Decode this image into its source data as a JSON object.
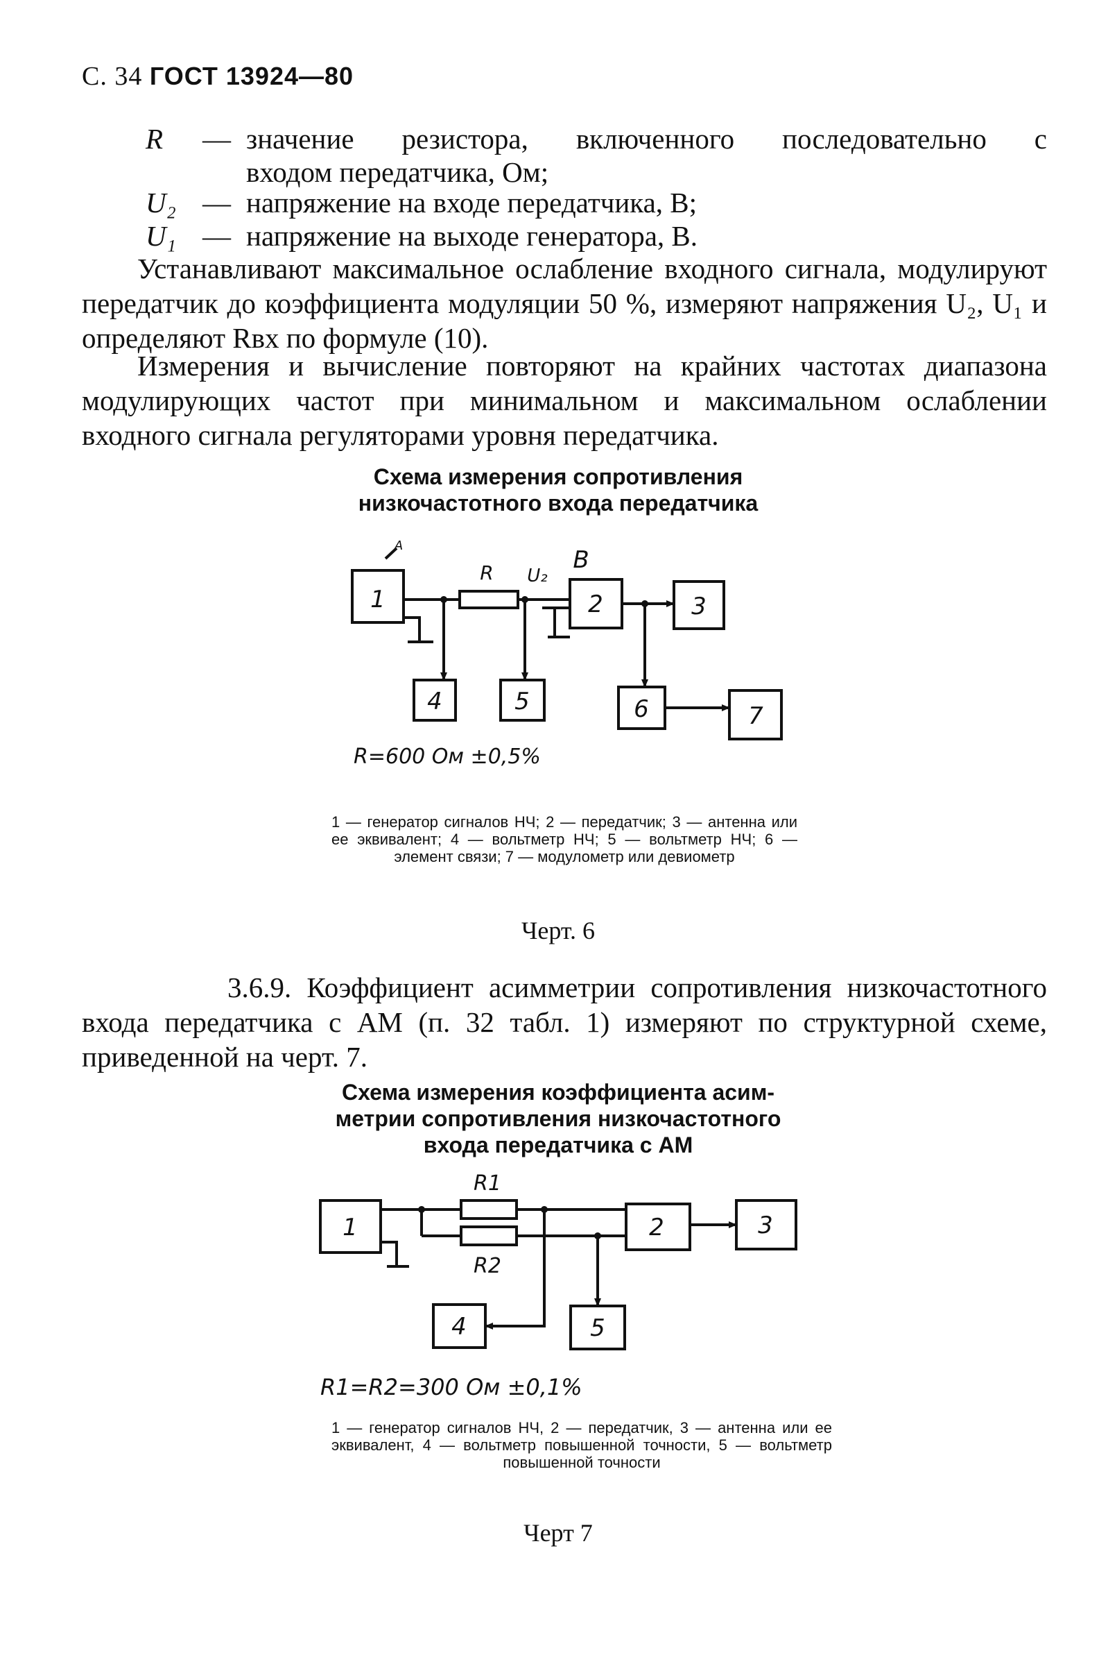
{
  "header": {
    "page": "С. 34",
    "standard": "ГОСТ 13924—80"
  },
  "definitions": [
    {
      "symbol": "R",
      "dash": "—",
      "text": "значение резистора, включенного последовательно с",
      "cont": "входом передатчика, Ом;"
    },
    {
      "symbol": "U₂",
      "dash": "—",
      "text": "напряжение на входе передатчика, В;"
    },
    {
      "symbol": "U₁",
      "dash": "—",
      "text": "напряжение на выходе генератора, В."
    }
  ],
  "paragraphs": [
    "Устанавливают максимальное ослабление входного сигнала, модулируют передатчик до коэффициента модуляции 50 %, измеряют напряжения U₂, U₁ и определяют Rвх по формуле (10).",
    "Измерения и вычисление повторяют на крайних частотах диапазона модулирующих частот при минимальном и максимальном ослаблении входного сигнала регуляторами уровня передатчика."
  ],
  "figure6": {
    "title_line1": "Схема измерения сопротивления",
    "title_line2": "низкочастотного входа передатчика",
    "blocks": [
      "1",
      "2",
      "3",
      "4",
      "5",
      "6",
      "7"
    ],
    "labels": {
      "R": "R",
      "U2": "U₂",
      "B": "B",
      "A": "A"
    },
    "formula": "R=600 Ом ±0,5%",
    "caption": "1 — генератор сигналов НЧ; 2 — передатчик; 3 — антенна или ее эквивалент; 4 — вольтметр НЧ; 5 — вольтметр НЧ; 6 — элемент связи; 7 — модулометр или девиометр",
    "chert": "Черт. 6"
  },
  "section_369": "3.6.9. Коэффициент асимметрии сопротивления низкочастотного входа передатчика с АМ (п. 32 табл. 1) измеряют по структурной схеме, приведенной на черт. 7.",
  "figure7": {
    "title_line1": "Схема измерения коэффициента асим-",
    "title_line2": "метрии сопротивления низкочастотного",
    "title_line3": "входа передатчика с АМ",
    "blocks": [
      "1",
      "2",
      "3",
      "4",
      "5"
    ],
    "labels": {
      "R1": "R1",
      "R2": "R2"
    },
    "formula": "R1=R2=300 Ом ±0,1%",
    "caption": "1 — генератор сигналов НЧ, 2 — передатчик, 3 — антенна или ее эквивалент, 4 — вольтметр повышенной точности, 5 — вольтметр повышенной точности",
    "chert": "Черт 7"
  }
}
